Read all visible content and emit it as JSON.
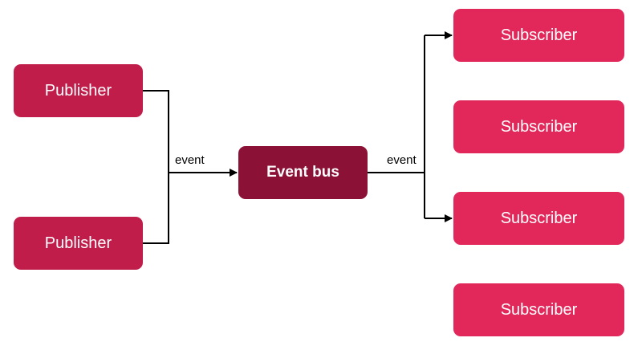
{
  "colors": {
    "publisher": "#c01d4b",
    "event_bus": "#8b1136",
    "subscriber": "#e2285a",
    "connector": "#000000"
  },
  "nodes": {
    "publishers": [
      "Publisher",
      "Publisher"
    ],
    "event_bus": "Event bus",
    "subscribers": [
      "Subscriber",
      "Subscriber",
      "Subscriber",
      "Subscriber"
    ]
  },
  "edges": {
    "inbound_label": "event",
    "outbound_label": "event"
  }
}
